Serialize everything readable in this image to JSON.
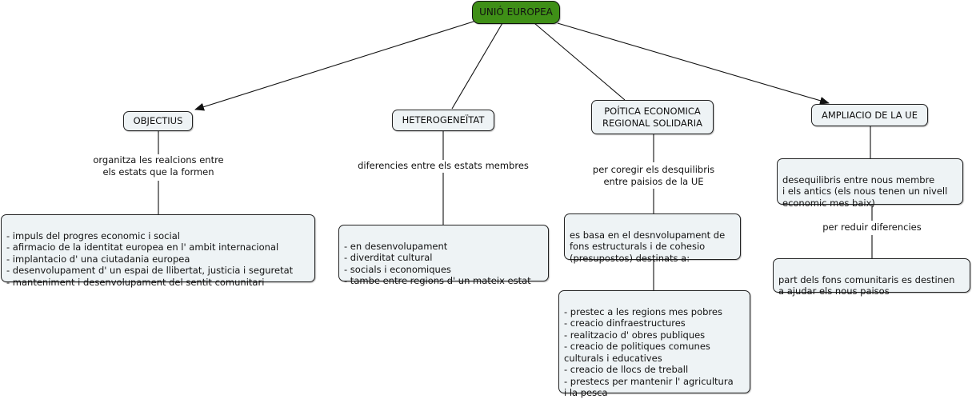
{
  "root": {
    "label": "UNIÓ EUROPEA",
    "color": "#3f8f17"
  },
  "objectius": {
    "label": "OBJECTIUS",
    "link_label": "organitza les realcions entre\nels estats que la formen",
    "detail": "- impuls del progres economic i social\n- afirmacio de la identitat europea en l' ambit internacional\n- implantacio d' una ciutadania europea\n- desenvolupament d' un espai de llibertat, justicia i seguretat\n- manteniment i desenvolupament del sentit comunitari"
  },
  "heterogeneitat": {
    "label": "HETEROGENEÏTAT",
    "link_label": "diferencies entre els estats membres",
    "detail": "- en desenvolupament\n- diverditat cultural\n- socials i economiques\n- tambe entre regions d' un mateix estat"
  },
  "politica": {
    "label": "POÍTICA ECONOMICA\nREGIONAL SOLIDARIA",
    "link_label": "per coregir els desquilibris\nentre paisios de la UE",
    "detail": "es basa en el desnvolupament de\nfons estructurals i de cohesio\n(presupostos) destinats a:",
    "detail2": "- prestec a les regions mes pobres\n- creacio dinfraestructures\n- realitzacio d' obres publiques\n- creacio de politiques comunes\nculturals i educatives\n- creacio de llocs de treball\n- prestecs per mantenir l' agricultura\ni la pesca"
  },
  "ampliacio": {
    "label": "AMPLIACIO DE LA UE",
    "detail": "desequilibris entre nous membre\ni els antics (els nous tenen un nivell\neconomic mes baix)",
    "link_label": "per reduir diferencies",
    "detail2": "part dels fons comunitaris es destinen\na ajudar els nous paisos"
  }
}
